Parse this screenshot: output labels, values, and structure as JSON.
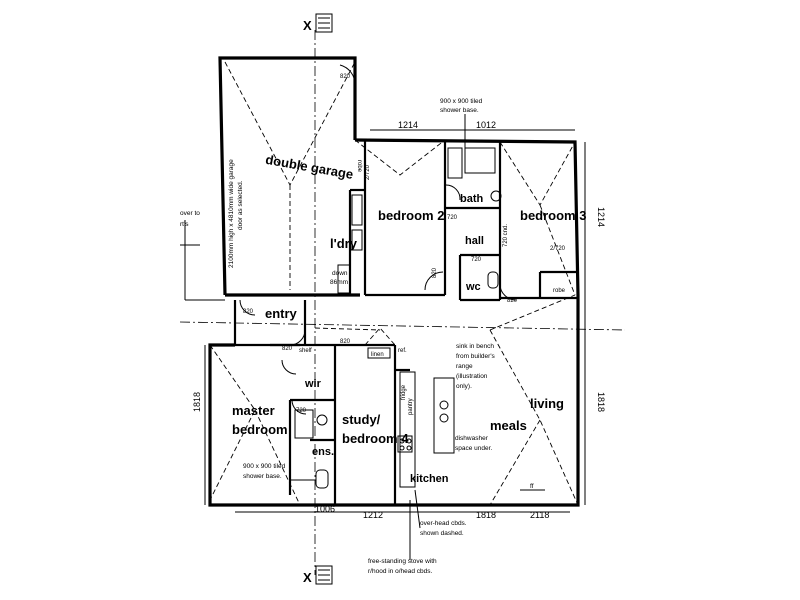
{
  "rooms": {
    "double_garage": "double garage",
    "bedroom2": "bedroom 2",
    "bedroom3": "bedroom 3",
    "bath": "bath",
    "hall": "hall",
    "wc": "wc",
    "ldry": "l'dry",
    "entry": "entry",
    "master": "master",
    "bedroom": "bedroom",
    "wir": "wir",
    "ens": "ens.",
    "study": "study/",
    "bedroom4": "bedroom 4",
    "kitchen": "kitchen",
    "meals": "meals",
    "living": "living",
    "linen": "linen",
    "pantry": "pantry",
    "fridge": "fridge",
    "robe": "robe",
    "shelf": "shelf",
    "ref": "ref."
  },
  "dimensions": {
    "top_1214": "1214",
    "top_1012": "1012",
    "right_1214": "1214",
    "right_1818": "1818",
    "left_1818": "1818",
    "bottom_1006": "1006",
    "bottom_1212": "1212",
    "bottom_1818": "1818",
    "bottom_2118": "2118",
    "door_820": "820",
    "door_720": "720",
    "robe_2720": "2/720",
    "wc_720": "720 cnd."
  },
  "notes": {
    "shower_top_1": "900 x 900 tiled",
    "shower_top_2": "shower base.",
    "garage_door_1": "2100mm high x 4810mm wide garage",
    "garage_door_2": "door as selected.",
    "down_1": "down",
    "down_2": "86mm",
    "over_1": "over to",
    "over_2": "rt's",
    "sink_1": "sink in bench",
    "sink_2": "from builder's",
    "sink_3": "range",
    "sink_4": "(illustration",
    "sink_5": "only).",
    "dishwasher_1": "dishwasher",
    "dishwasher_2": "space under.",
    "shower_ens_1": "900 x 900 tiled",
    "shower_ens_2": "shower base.",
    "overhead_1": "over-head cbds.",
    "overhead_2": "shown dashed.",
    "stove_1": "free-standing stove with",
    "stove_2": "r/hood in o/head cbds.",
    "ff": "ff",
    "section_mark": "X"
  }
}
